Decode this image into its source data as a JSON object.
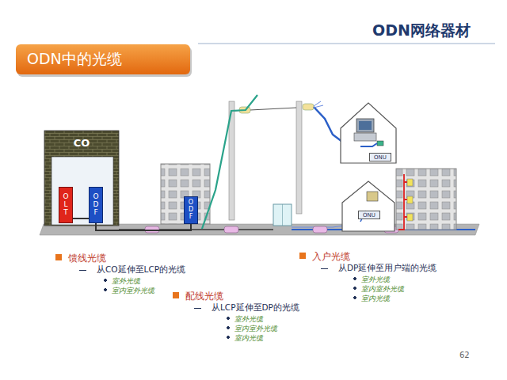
{
  "diagram": {
    "title": "ODN中的光缆",
    "nodes": [
      {
        "text": [
          "CO"
        ]
      },
      {
        "text": [
          "OLT"
        ],
        "in": 0
      },
      {
        "text": [
          "ODF"
        ],
        "in": 0
      },
      {
        "text": [
          "ODF"
        ]
      },
      {
        "text": [
          "ONU"
        ]
      },
      {
        "text": [
          "ONU"
        ]
      }
    ],
    "edges": [
      {
        "from": 1,
        "to": 2,
        "arrow": "none"
      },
      {
        "from": 2,
        "to": 3,
        "arrow": "none"
      }
    ],
    "labels": [
      "ODN网络器材",
      "馈线光缆",
      "从CO延伸至LCP的光缆",
      "室外光缆",
      "室内室外光缆",
      "配线光缆",
      "从LCP延伸至DP的光缆",
      "室外光缆",
      "室内室外光缆",
      "室内光缆",
      "入户光缆",
      "从DP延伸至用户端的光缆",
      "室外光缆",
      "室内室外光缆",
      "室内光缆",
      "62"
    ]
  }
}
